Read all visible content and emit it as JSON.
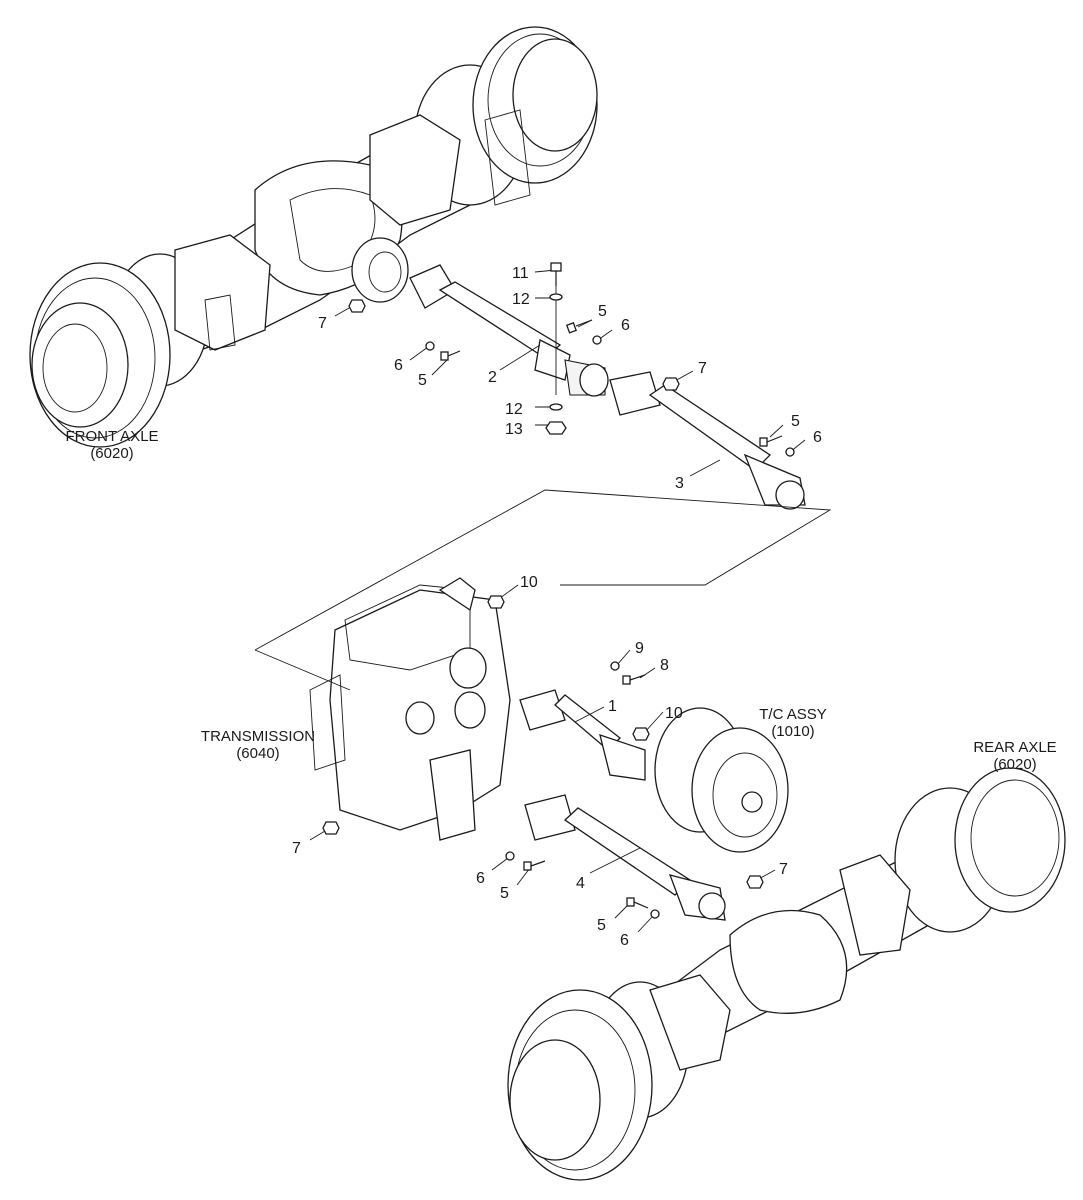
{
  "labels": {
    "front_axle": {
      "name": "FRONT AXLE",
      "code": "(6020)"
    },
    "rear_axle": {
      "name": "REAR AXLE",
      "code": "(6020)"
    },
    "transmission": {
      "name": "TRANSMISSION",
      "code": "(6040)"
    },
    "tc_assy": {
      "name": "T/C ASSY",
      "code": "(1010)"
    }
  },
  "callouts": {
    "c11": "11",
    "c12a": "12",
    "c12b": "12",
    "c13": "13",
    "c5a": "5",
    "c6a": "6",
    "c7a": "7",
    "c6b": "6",
    "c5b": "5",
    "c2": "2",
    "c7b": "7",
    "c5c": "5",
    "c6c": "6",
    "c3": "3",
    "c10a": "10",
    "c9": "9",
    "c8": "8",
    "c1": "1",
    "c10b": "10",
    "c7c": "7",
    "c6d": "6",
    "c5d": "5",
    "c4": "4",
    "c7d": "7",
    "c5e": "5",
    "c6e": "6"
  }
}
